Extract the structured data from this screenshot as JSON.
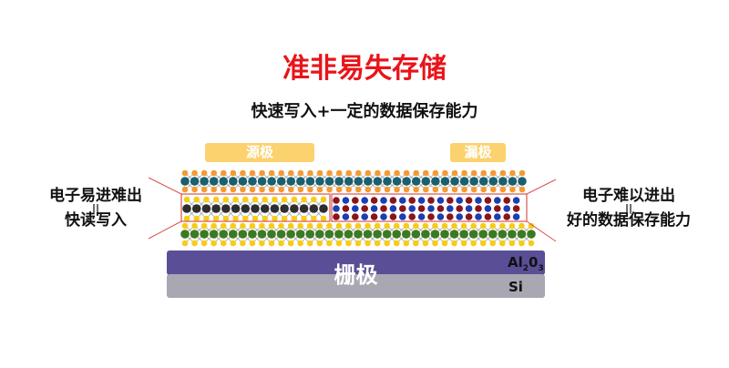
{
  "title": "准非易失存储",
  "subtitle": "快速写入+一定的数据保存能力",
  "electrodes": {
    "source": "源极",
    "drain": "漏极",
    "gate": "栅极"
  },
  "materials": {
    "oxide_main": "Al",
    "oxide_sub1": "2",
    "oxide_mid": "0",
    "oxide_sub2": "3",
    "substrate": "Si"
  },
  "left_note": {
    "line1": "电子易进难出",
    "eq": "||",
    "line2": "快读写入"
  },
  "right_note": {
    "line1": "电子难以进出",
    "eq": "||",
    "line2": "好的数据保存能力"
  },
  "colors": {
    "title": "#e8141a",
    "electrode": "#fcd26e",
    "oxide": "#5a4f96",
    "substrate": "#a9a7b1",
    "callout": "#d9534f",
    "orange": "#f39a34",
    "teal": "#1a5f6e",
    "yellow": "#f7cc17",
    "black": "#2e2e2e",
    "green": "#3c7a22",
    "red": "#8c1418",
    "blue": "#1a3fb3"
  }
}
